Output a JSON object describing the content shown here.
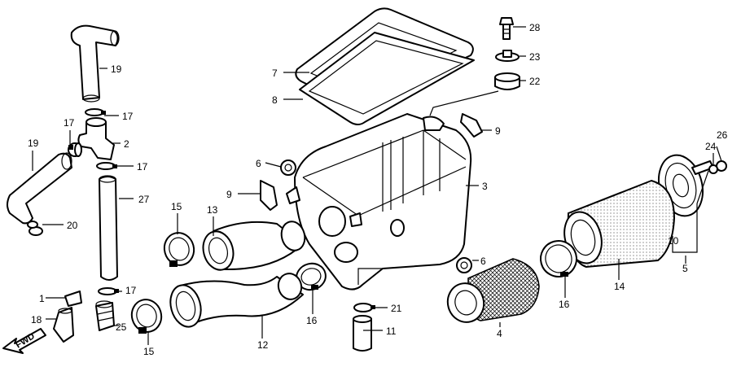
{
  "diagram": {
    "callouts": [
      {
        "id": "c28",
        "label": "28"
      },
      {
        "id": "c23",
        "label": "23"
      },
      {
        "id": "c22",
        "label": "22"
      },
      {
        "id": "c7",
        "label": "7"
      },
      {
        "id": "c8",
        "label": "8"
      },
      {
        "id": "c9a",
        "label": "9"
      },
      {
        "id": "c9b",
        "label": "9"
      },
      {
        "id": "c6a",
        "label": "6"
      },
      {
        "id": "c6b",
        "label": "6"
      },
      {
        "id": "c3",
        "label": "3"
      },
      {
        "id": "c26",
        "label": "26"
      },
      {
        "id": "c24",
        "label": "24"
      },
      {
        "id": "c10",
        "label": "10"
      },
      {
        "id": "c5",
        "label": "5"
      },
      {
        "id": "c14",
        "label": "14"
      },
      {
        "id": "c16a",
        "label": "16"
      },
      {
        "id": "c16b",
        "label": "16"
      },
      {
        "id": "c4",
        "label": "4"
      },
      {
        "id": "c21",
        "label": "21"
      },
      {
        "id": "c11",
        "label": "11"
      },
      {
        "id": "c12",
        "label": "12"
      },
      {
        "id": "c13",
        "label": "13"
      },
      {
        "id": "c15a",
        "label": "15"
      },
      {
        "id": "c15b",
        "label": "15"
      },
      {
        "id": "c19a",
        "label": "19"
      },
      {
        "id": "c19b",
        "label": "19"
      },
      {
        "id": "c17a",
        "label": "17"
      },
      {
        "id": "c17b",
        "label": "17"
      },
      {
        "id": "c17c",
        "label": "17"
      },
      {
        "id": "c17d",
        "label": "17"
      },
      {
        "id": "c2",
        "label": "2"
      },
      {
        "id": "c27",
        "label": "27"
      },
      {
        "id": "c20",
        "label": "20"
      },
      {
        "id": "c1",
        "label": "1"
      },
      {
        "id": "c18",
        "label": "18"
      },
      {
        "id": "c25",
        "label": "25"
      }
    ],
    "fwd_label": "FWD"
  }
}
